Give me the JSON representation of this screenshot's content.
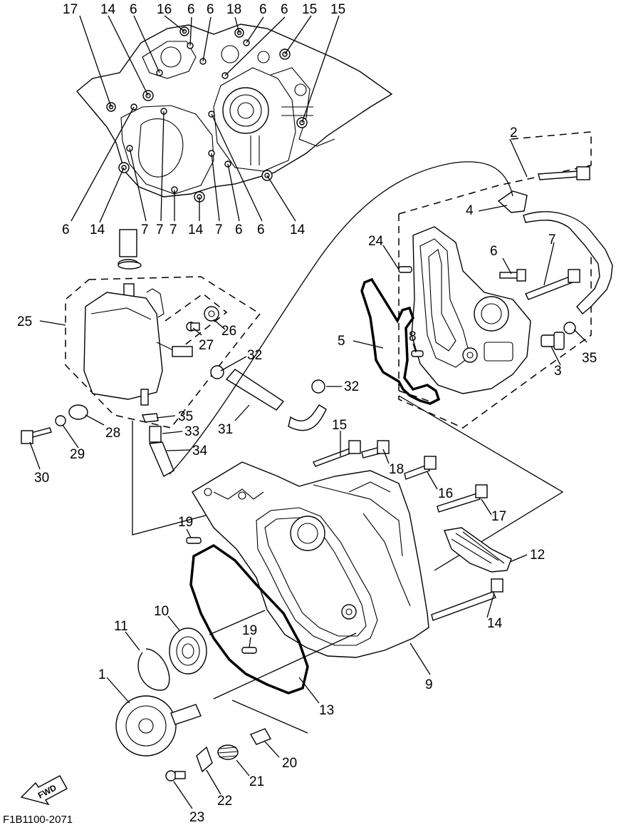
{
  "drawing_code": "F1B1100-2071",
  "fwd_label": "FWD",
  "callouts": {
    "c1": "1",
    "c2": "2",
    "c3": "3",
    "c4": "4",
    "c5": "5",
    "c6": "6",
    "c7": "7",
    "c8": "8",
    "c9": "9",
    "c10": "10",
    "c11": "11",
    "c12": "12",
    "c13": "13",
    "c14": "14",
    "c15": "15",
    "c16": "16",
    "c17": "17",
    "c18": "18",
    "c19": "19",
    "c20": "20",
    "c21": "21",
    "c22": "22",
    "c23": "23",
    "c24": "24",
    "c25": "25",
    "c26": "26",
    "c27": "27",
    "c28": "28",
    "c29": "29",
    "c30": "30",
    "c31": "31",
    "c32": "32",
    "c33": "33",
    "c34": "34",
    "c35": "35"
  }
}
